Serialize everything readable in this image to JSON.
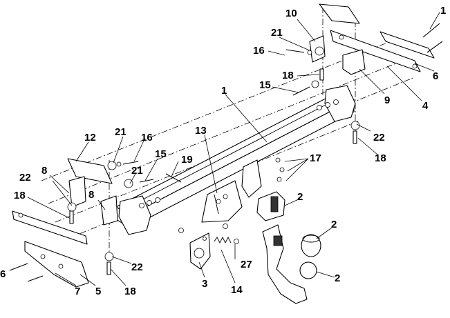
{
  "callouts": [
    {
      "id": "c1",
      "text": "1"
    },
    {
      "id": "c1r",
      "text": "1"
    },
    {
      "id": "c2a",
      "text": "2"
    },
    {
      "id": "c2b",
      "text": "2"
    },
    {
      "id": "c2c",
      "text": "2"
    },
    {
      "id": "c3",
      "text": "3"
    },
    {
      "id": "c4",
      "text": "4"
    },
    {
      "id": "c5",
      "text": "5"
    },
    {
      "id": "c6",
      "text": "6"
    },
    {
      "id": "c6l",
      "text": "6"
    },
    {
      "id": "c7",
      "text": "7"
    },
    {
      "id": "c8a",
      "text": "8"
    },
    {
      "id": "c8b",
      "text": "8"
    },
    {
      "id": "c9",
      "text": "9"
    },
    {
      "id": "c10",
      "text": "10"
    },
    {
      "id": "c12",
      "text": "12"
    },
    {
      "id": "c13",
      "text": "13"
    },
    {
      "id": "c14",
      "text": "14"
    },
    {
      "id": "c15a",
      "text": "15"
    },
    {
      "id": "c15b",
      "text": "15"
    },
    {
      "id": "c16a",
      "text": "16"
    },
    {
      "id": "c16b",
      "text": "16"
    },
    {
      "id": "c17",
      "text": "17"
    },
    {
      "id": "c18a",
      "text": "18"
    },
    {
      "id": "c18b",
      "text": "18"
    },
    {
      "id": "c18c",
      "text": "18"
    },
    {
      "id": "c18d",
      "text": "18"
    },
    {
      "id": "c19",
      "text": "19"
    },
    {
      "id": "c21a",
      "text": "21"
    },
    {
      "id": "c21b",
      "text": "21"
    },
    {
      "id": "c21c",
      "text": "21"
    },
    {
      "id": "c22a",
      "text": "22"
    },
    {
      "id": "c22b",
      "text": "22"
    },
    {
      "id": "c22c",
      "text": "22"
    },
    {
      "id": "c27",
      "text": "27"
    }
  ]
}
